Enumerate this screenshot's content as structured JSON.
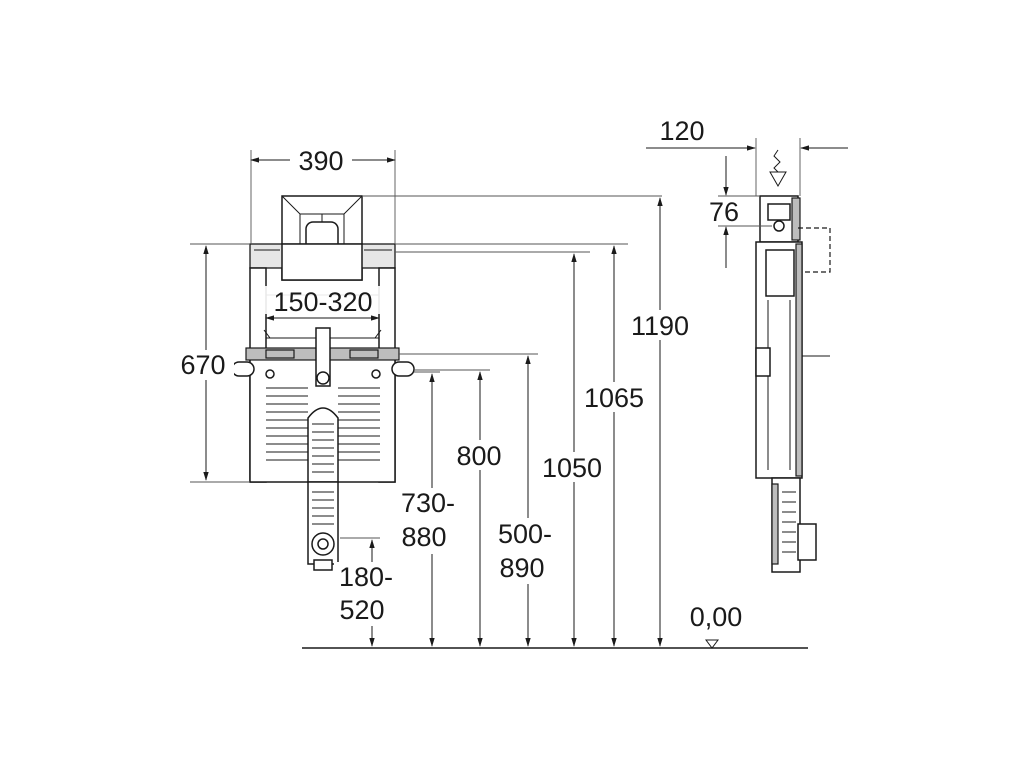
{
  "dimensions": {
    "width_top": "390",
    "adjust_width": "150-320",
    "height_frame": "670",
    "height_total": "1190",
    "height_1065": "1065",
    "height_1050": "1050",
    "height_800": "800",
    "range_730_880_a": "730-",
    "range_730_880_b": "880",
    "range_500_890_a": "500-",
    "range_500_890_b": "890",
    "range_180_520_a": "180-",
    "range_180_520_b": "520",
    "depth_120": "120",
    "offset_76": "76",
    "floor_level": "0,00"
  }
}
